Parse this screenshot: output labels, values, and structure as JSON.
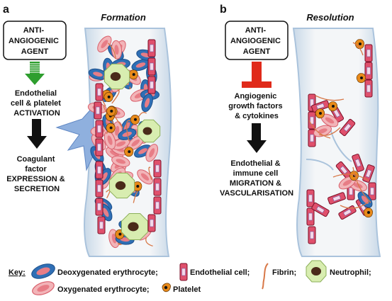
{
  "panel_a": {
    "letter": "a",
    "title": "Formation",
    "box_lines": [
      "ANTI-",
      "ANGIOGENIC",
      "AGENT"
    ],
    "step1_lines": [
      "Endothelial",
      "cell & platelet",
      "ACTIVATION"
    ],
    "step2_lines": [
      "Coagulant",
      "factor",
      "EXPRESSION &",
      "SECRETION"
    ]
  },
  "panel_b": {
    "letter": "b",
    "title": "Resolution",
    "box_lines": [
      "ANTI-",
      "ANGIOGENIC",
      "AGENT"
    ],
    "step1_lines": [
      "Angiogenic",
      "growth factors",
      "& cytokines"
    ],
    "step2_lines": [
      "Endothelial &",
      "immune cell",
      "MIGRATION &",
      "VASCULARISATION"
    ]
  },
  "key": {
    "label": "Key:",
    "deoxy": "Deoxygenated erythrocyte;",
    "oxy": "Oxygenated erythrocyte;",
    "endothelial": "Endothelial cell;",
    "platelet": "Platelet",
    "fibrin": "Fibrin;",
    "neutrophil": "Neutrophil;"
  },
  "colors": {
    "activation_arrow": "#2e9e2e",
    "inhibition_bar": "#e02a1a",
    "endothelial": "#e0506c",
    "deoxy_erythrocyte": "#2f6fb5",
    "oxy_erythrocyte": "#e77d86",
    "neutrophil": "#d8edb0",
    "platelet": "#e88a1a",
    "vessel": "#e8eef4"
  }
}
